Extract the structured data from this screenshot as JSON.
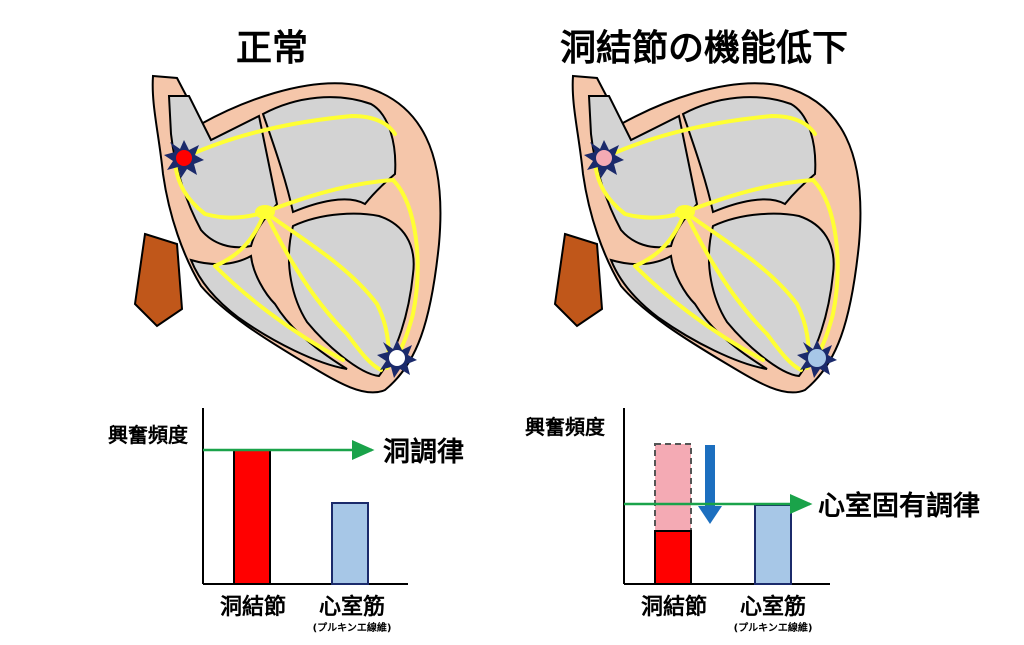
{
  "panels": [
    {
      "title": "正常",
      "node_excitation": "strong",
      "y_axis_label": "興奮頻度",
      "reference_label": "洞調律",
      "bars": [
        {
          "label": "洞結節",
          "sublabel": "",
          "value": 0.62,
          "color": "#ff0000"
        },
        {
          "label": "心室筋",
          "sublabel": "(プルキンエ線維)",
          "value": 0.36,
          "color": "#a7c7e7"
        }
      ],
      "reference_level": 0.62
    },
    {
      "title": "洞結節の機能低下",
      "node_excitation": "weak",
      "y_axis_label": "興奮頻度",
      "reference_label": "心室固有調律",
      "bars": [
        {
          "label": "洞結節",
          "sublabel": "",
          "value": 0.24,
          "color": "#ff0000",
          "previous_value": 0.62,
          "previous_color": "#f4aab4"
        },
        {
          "label": "心室筋",
          "sublabel": "(プルキンエ線維)",
          "value": 0.36,
          "color": "#a7c7e7"
        }
      ],
      "reference_level": 0.36,
      "change_arrow": "down"
    }
  ],
  "colors": {
    "heart_tissue": "#f5c6aa",
    "chamber": "#d3d3d3",
    "aorta": "#c0571a",
    "conduction": "#ffff33",
    "sa_node_normal": "#ff0000",
    "sa_node_weak": "#f4aab4",
    "ventricle_focus": "#a7c7e7",
    "reference_line": "#1aa34a",
    "down_arrow": "#1c6fbf"
  }
}
